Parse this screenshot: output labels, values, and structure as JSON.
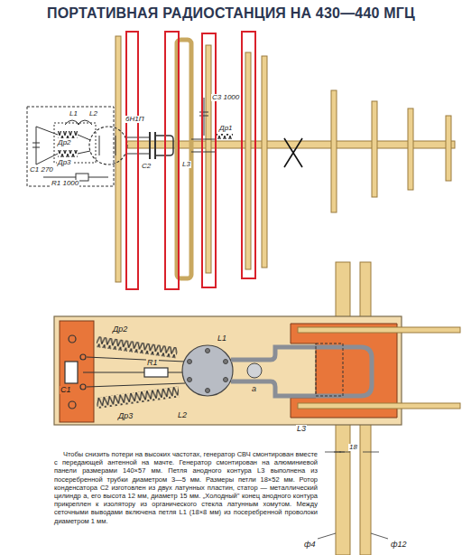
{
  "diagram": {
    "title": "ПОРТАТИВНАЯ РАДИОСТАНЦИЯ НА 430—440 МГЦ",
    "caption": "Чтобы снизить потери на высоких частотах, генератор СВЧ смонтирован вместе с передающей антенной на мачте. Генератор смонтирован на алюминиевой панели размерами 140×57 мм. Петля анодного контура L3 выполнена из посеребренной трубки диаметром 3—5 мм. Размеры петли 18×52 мм. Ротор конденсатора С2 изготовлен из двух латунных пластин, статор — металлический цилиндр а, его высота 12 мм, диаметр 15 мм. „Холодный\" конец анодного контура прикреплен к изолятору из органического стекла латунным хомутом. Между сеточными выводами включена петля L1 (18×8 мм) из посеребренной проволоки диаметром 1 мм.",
    "labels": [
      "L1",
      "L2",
      "Др2",
      "Др3",
      "С1 270",
      "R1 1000",
      "6Н1П",
      "С2",
      "L3",
      "С3 1000",
      "Др1",
      "Др2",
      "С1",
      "R1",
      "L1",
      "а",
      "Др3",
      "L2",
      "L3",
      "18",
      "ф4",
      "ф12"
    ]
  }
}
